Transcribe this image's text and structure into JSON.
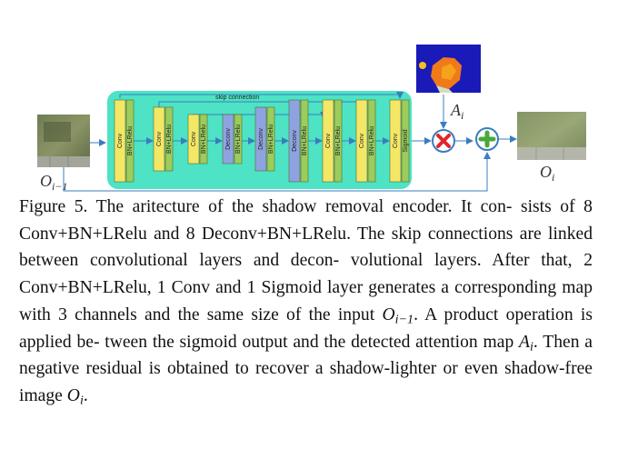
{
  "figure": {
    "skip_label": "skip connection",
    "input_label": {
      "base": "O",
      "sub": "i−1"
    },
    "output_label": {
      "base": "O",
      "sub": "i"
    },
    "attention_label": {
      "base": "A",
      "sub": "i"
    },
    "layers": [
      {
        "type": "Conv",
        "act": "BN+LRelu",
        "color": "#f4e766"
      },
      {
        "type": "Conv",
        "act": "BN+LRelu",
        "color": "#f4e766"
      },
      {
        "type": "Conv",
        "act": "BN+LRelu",
        "color": "#f4e766"
      },
      {
        "type": "Deconv",
        "act": "BN+LRelu",
        "color": "#8fa2e0"
      },
      {
        "type": "Deconv",
        "act": "BN+LRelu",
        "color": "#8fa2e0"
      },
      {
        "type": "Deconv",
        "act": "BN+LRelu",
        "color": "#8fa2e0"
      },
      {
        "type": "Conv",
        "act": "BN+LRelu",
        "color": "#f4e766"
      },
      {
        "type": "Conv",
        "act": "BN+LRelu",
        "color": "#f4e766"
      },
      {
        "type": "Conv",
        "act": "Sigmoid",
        "color": "#f4e766"
      }
    ],
    "colors": {
      "block_bg": "#4de3c4",
      "act_bar": "#9ccc5c",
      "arrow": "#3a7cc0",
      "multiply": "#e0262a",
      "add": "#49a83a"
    }
  },
  "caption": {
    "line1": "Figure 5. The aritecture of the shadow removal encoder. It con-",
    "line2": "sists of 8 Conv+BN+LRelu and 8 Deconv+BN+LRelu. The skip",
    "line3": "connections are linked between convolutional layers and decon-",
    "line4": "volutional layers. After that, 2 Conv+BN+LRelu, 1 Conv and 1",
    "line5": "Sigmoid layer generates a corresponding map with 3 channels and",
    "line6a": "the same size of the input",
    "line6_var": "O",
    "line6_sub": "i−1",
    "line6b": ". A product operation is applied be-",
    "line7a": "tween the sigmoid output and the detected attention map",
    "line7_var": "A",
    "line7_sub": "i",
    "line7b": ". Then",
    "line8": "a negative residual is obtained to recover a shadow-lighter or even",
    "line9a": "shadow-free image",
    "line9_var": "O",
    "line9_sub": "i",
    "line9b": "."
  }
}
